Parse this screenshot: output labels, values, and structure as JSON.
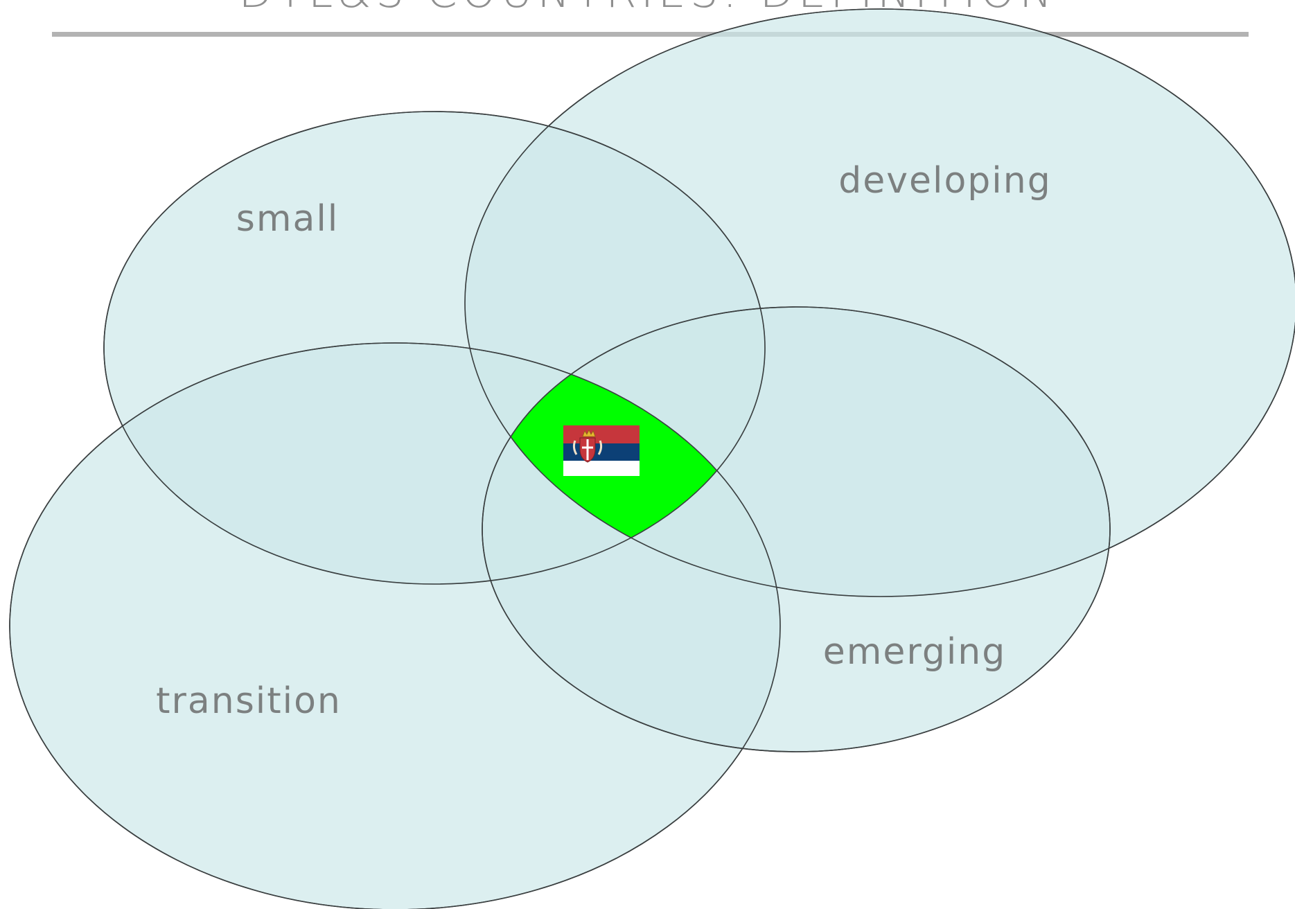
{
  "slide": {
    "title": "DTL&S COUNTRIES: DEFINITION"
  },
  "diagram": {
    "type": "venn",
    "sets": [
      {
        "id": "small",
        "label": "small"
      },
      {
        "id": "developing",
        "label": "developing"
      },
      {
        "id": "transition",
        "label": "transition"
      },
      {
        "id": "emerging",
        "label": "emerging"
      }
    ],
    "highlight": {
      "region": "intersection of all four sets",
      "color": "#00ff00",
      "marker": "serbia-flag-icon"
    },
    "colors": {
      "set_fill": "#cde8ea",
      "set_stroke": "#3a3f40",
      "highlight": "#00ff00",
      "flag_red": "#c6363c",
      "flag_blue": "#0c4076",
      "flag_white": "#ffffff"
    }
  }
}
